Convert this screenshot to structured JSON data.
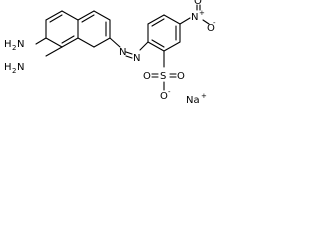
{
  "molecule": {
    "amine_top": {
      "symbol": "H",
      "sub": "2",
      "element": "N"
    },
    "amine_bottom": {
      "symbol": "H",
      "sub": "2",
      "element": "N"
    },
    "azo_n1": "N",
    "azo_n2": "N",
    "nitro_n": "N",
    "nitro_plus": "+",
    "nitro_o_top": "O",
    "nitro_o_bottom": "O",
    "nitro_o_minus": "-",
    "sulfo_s": "S",
    "sulfo_o_left": "O",
    "sulfo_o_right": "O",
    "sulfo_o_bottom": "O",
    "sulfo_o_minus": "-",
    "counterion": "Na",
    "counterion_charge": "+"
  },
  "colors": {
    "bond": "#000000",
    "text": "#000000",
    "background": "#ffffff"
  }
}
